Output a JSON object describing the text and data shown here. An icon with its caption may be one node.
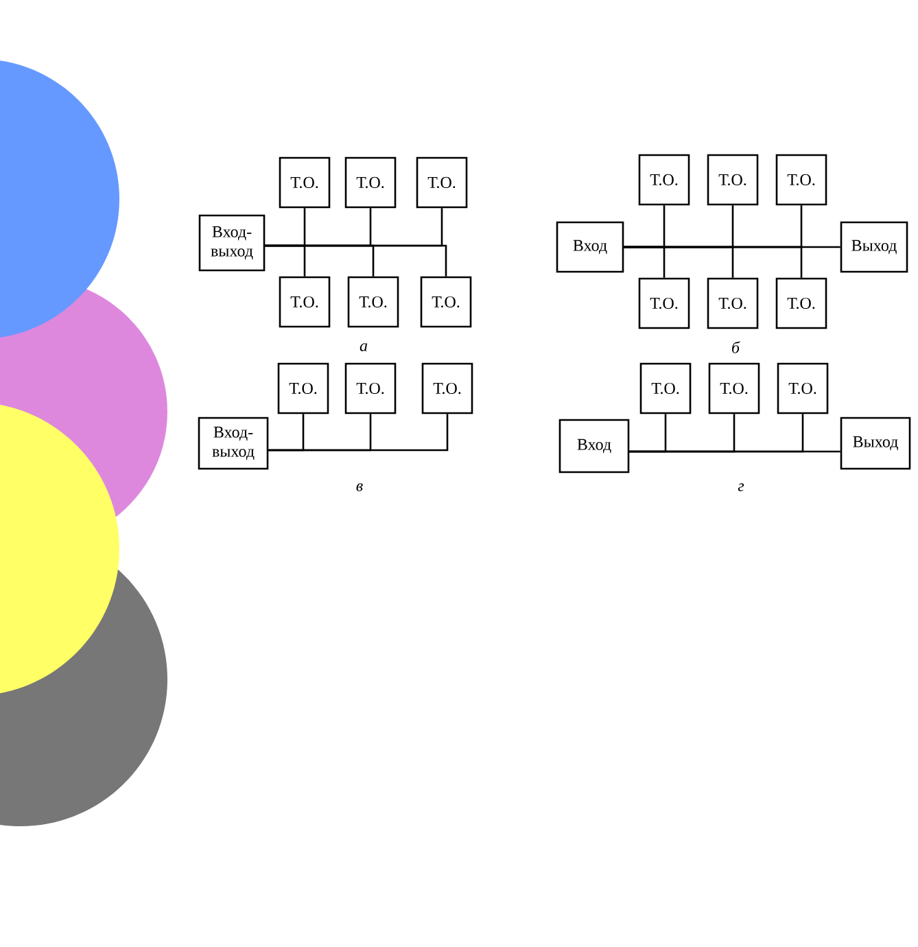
{
  "diagram": {
    "nodes": [
      {
        "text": [
          "Вход-выход"
        ]
      },
      {
        "text": [
          "Т.О."
        ]
      },
      {
        "text": [
          "Т.О."
        ]
      },
      {
        "text": [
          "Т.О."
        ]
      },
      {
        "text": [
          "Т.О."
        ]
      },
      {
        "text": [
          "Т.О."
        ]
      },
      {
        "text": [
          "Т.О."
        ]
      },
      {
        "text": [
          "Вход"
        ]
      },
      {
        "text": [
          "Т.О."
        ]
      },
      {
        "text": [
          "Т.О."
        ]
      },
      {
        "text": [
          "Т.О."
        ]
      },
      {
        "text": [
          "Выход"
        ]
      },
      {
        "text": [
          "Т.О."
        ]
      },
      {
        "text": [
          "Т.О."
        ]
      },
      {
        "text": [
          "Т.О."
        ]
      },
      {
        "text": [
          "Вход-выход"
        ]
      },
      {
        "text": [
          "Т.О."
        ]
      },
      {
        "text": [
          "Т.О."
        ]
      },
      {
        "text": [
          "Т.О."
        ]
      },
      {
        "text": [
          "Вход"
        ]
      },
      {
        "text": [
          "Т.О."
        ]
      },
      {
        "text": [
          "Т.О."
        ]
      },
      {
        "text": [
          "Т.О."
        ]
      },
      {
        "text": [
          "Выход"
        ]
      }
    ],
    "edges": [
      {
        "from": 0,
        "to": 1,
        "arrow": "none"
      },
      {
        "from": 0,
        "to": 2,
        "arrow": "none"
      },
      {
        "from": 0,
        "to": 3,
        "arrow": "none"
      },
      {
        "from": 0,
        "to": 4,
        "arrow": "none"
      },
      {
        "from": 0,
        "to": 5,
        "arrow": "none"
      },
      {
        "from": 0,
        "to": 6,
        "arrow": "none"
      },
      {
        "from": 7,
        "to": 8,
        "arrow": "none"
      },
      {
        "from": 7,
        "to": 9,
        "arrow": "none"
      },
      {
        "from": 7,
        "to": 10,
        "arrow": "none"
      },
      {
        "from": 7,
        "to": 12,
        "arrow": "none"
      },
      {
        "from": 7,
        "to": 13,
        "arrow": "none"
      },
      {
        "from": 7,
        "to": 14,
        "arrow": "none"
      },
      {
        "from": 7,
        "to": 11,
        "arrow": "none"
      },
      {
        "from": 15,
        "to": 16,
        "arrow": "none"
      },
      {
        "from": 15,
        "to": 17,
        "arrow": "none"
      },
      {
        "from": 15,
        "to": 18,
        "arrow": "none"
      },
      {
        "from": 19,
        "to": 20,
        "arrow": "none"
      },
      {
        "from": 19,
        "to": 21,
        "arrow": "none"
      },
      {
        "from": 19,
        "to": 22,
        "arrow": "none"
      },
      {
        "from": 19,
        "to": 23,
        "arrow": "none"
      }
    ],
    "labels": [
      "а",
      "б",
      "в",
      "г"
    ]
  }
}
